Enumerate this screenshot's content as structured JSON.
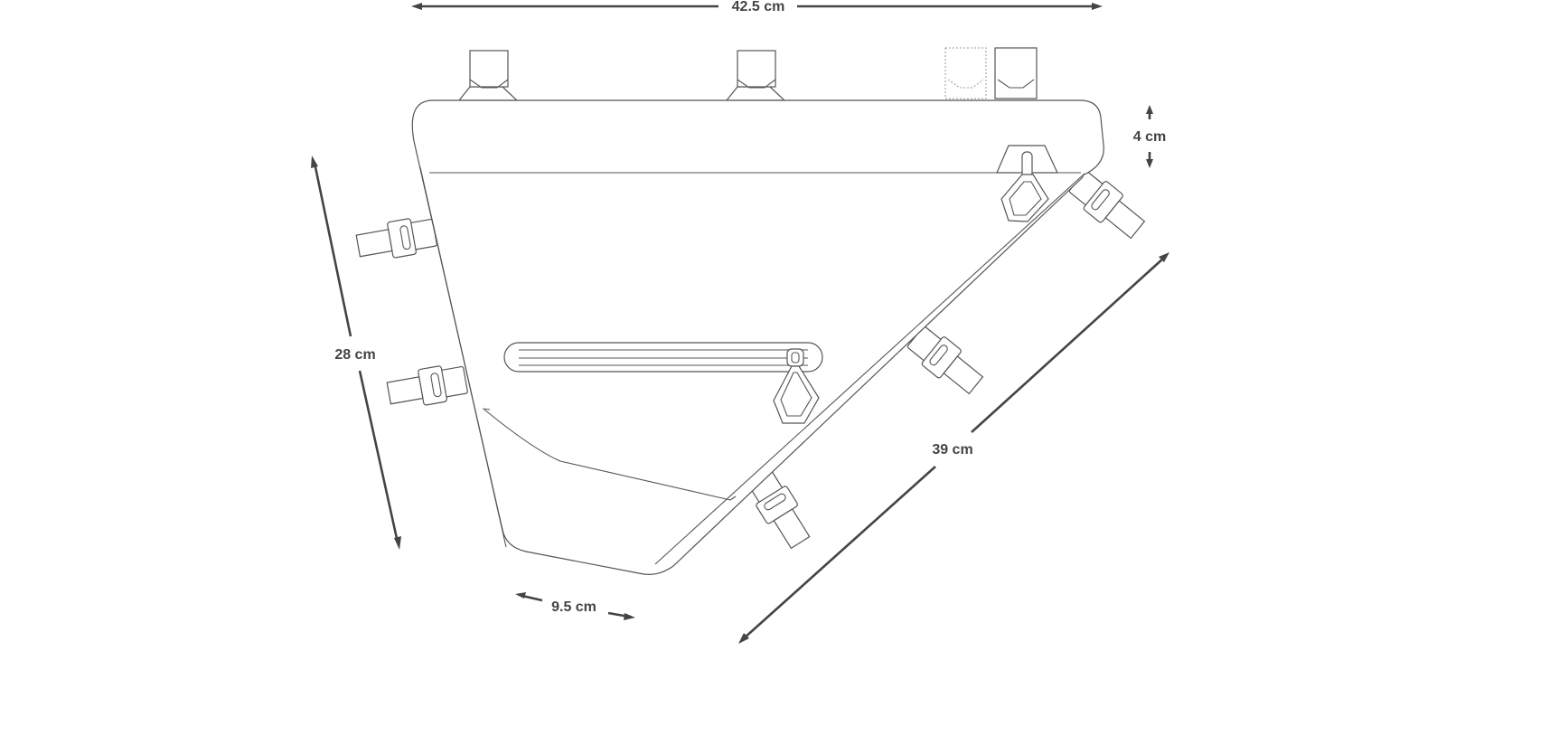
{
  "dimensions": {
    "top_length": "42.5 cm",
    "height": "4 cm",
    "left_height": "28 cm",
    "diagonal_length": "39 cm",
    "bottom_width": "9.5 cm"
  },
  "colors": {
    "line": "#555555",
    "dimension": "#444444",
    "background": "#ffffff"
  }
}
